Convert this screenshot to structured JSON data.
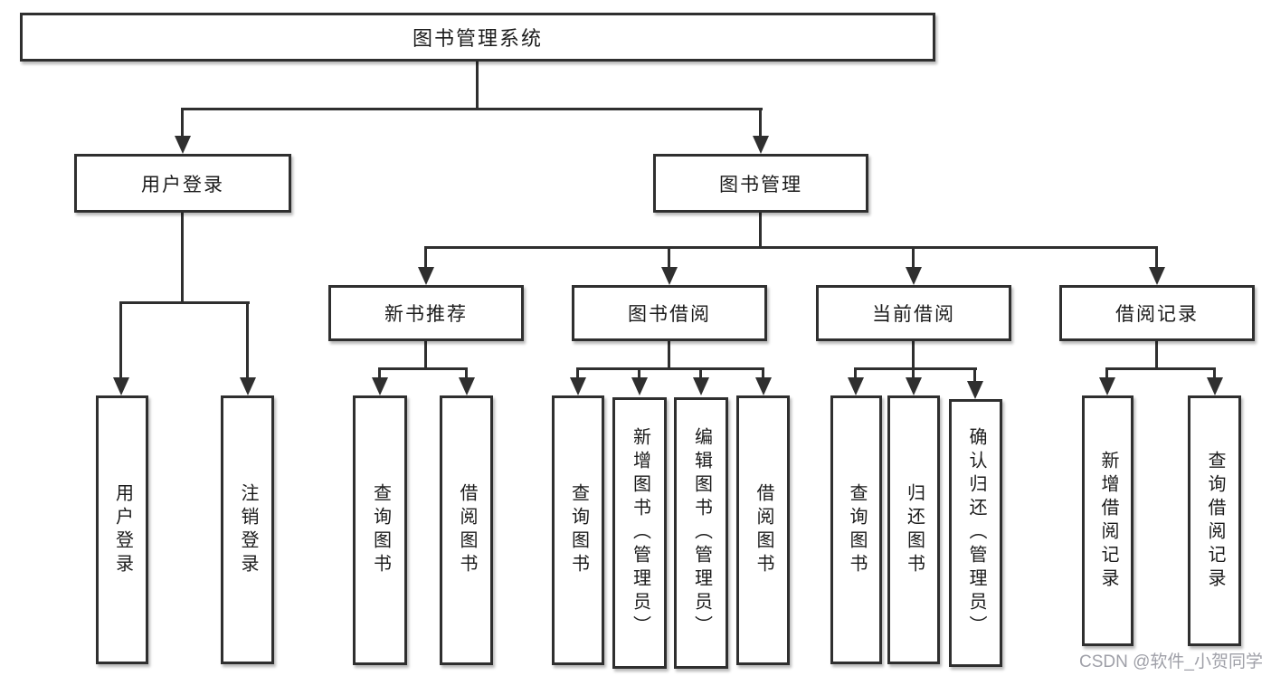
{
  "diagram": {
    "root": {
      "label": "图书管理系统"
    },
    "level1": {
      "user_login": {
        "label": "用户登录"
      },
      "book_mgmt": {
        "label": "图书管理"
      }
    },
    "level2": {
      "new_books": {
        "label": "新书推荐"
      },
      "borrowing": {
        "label": "图书借阅"
      },
      "current": {
        "label": "当前借阅"
      },
      "records": {
        "label": "借阅记录"
      }
    },
    "leaves": {
      "login": {
        "label": "用户登录"
      },
      "logout": {
        "label": "注销登录"
      },
      "nb_query": {
        "label": "查询图书"
      },
      "nb_borrow": {
        "label": "借阅图书"
      },
      "bb_query": {
        "label": "查询图书"
      },
      "bb_add": {
        "label": "新增图书（管理员）"
      },
      "bb_edit": {
        "label": "编辑图书（管理员）"
      },
      "bb_borrow": {
        "label": "借阅图书"
      },
      "cb_query": {
        "label": "查询图书"
      },
      "cb_return": {
        "label": "归还图书"
      },
      "cb_confirm": {
        "label": "确认归还（管理员）"
      },
      "br_add": {
        "label": "新增借阅记录"
      },
      "br_query": {
        "label": "查询借阅记录"
      }
    }
  },
  "watermark": {
    "text": "CSDN @软件_小贺同学",
    "color": "#9fa0a8"
  },
  "colors": {
    "line": "#2f2f2f",
    "box_border": "#2f2f2f",
    "box_bg": "#ffffff",
    "text": "#1b1b1b",
    "page_bg": "#ffffff"
  }
}
